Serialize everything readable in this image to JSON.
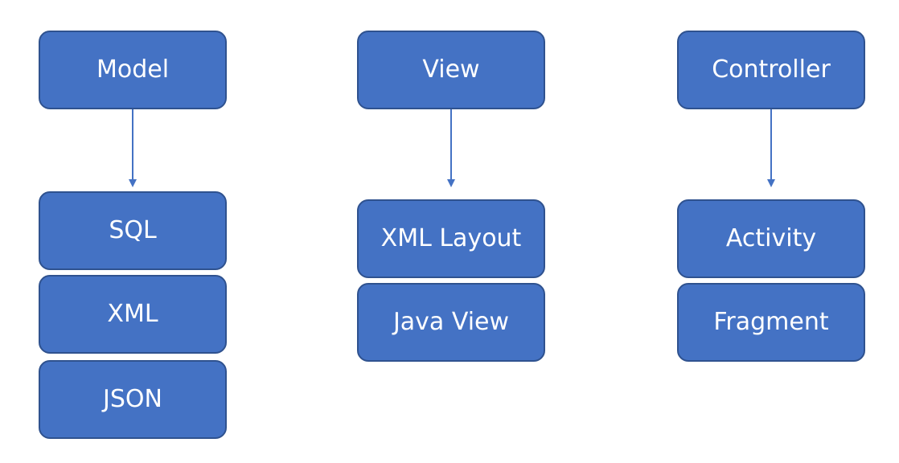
{
  "diagram": {
    "colors": {
      "box_fill": "#4472c4",
      "box_border": "#2f528f",
      "text": "#ffffff",
      "arrow": "#4472c4",
      "background": "#ffffff"
    },
    "columns": {
      "model": {
        "title": "Model",
        "items": [
          "SQL",
          "XML",
          "JSON"
        ]
      },
      "view": {
        "title": "View",
        "items": [
          "XML Layout",
          "Java View"
        ]
      },
      "controller": {
        "title": "Controller",
        "items": [
          "Activity",
          "Fragment"
        ]
      }
    }
  }
}
